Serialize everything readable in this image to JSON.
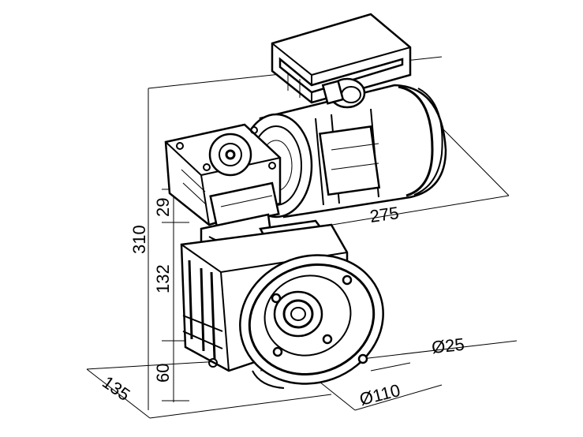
{
  "dimensions": {
    "height_total": "310",
    "height_upper": "29",
    "height_middle": "132",
    "height_lower": "60",
    "depth": "135",
    "length": "275",
    "shaft_diameter": "Ø25",
    "flange_diameter": "Ø110"
  },
  "colors": {
    "line": "#000000",
    "background": "#ffffff"
  }
}
